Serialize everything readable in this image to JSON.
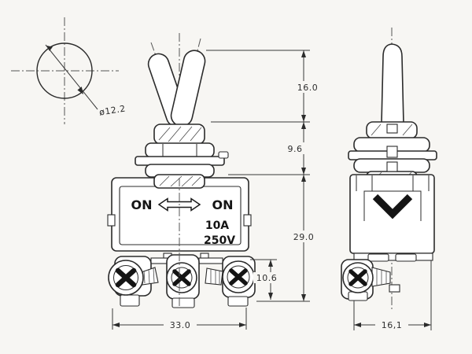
{
  "drawing": {
    "type": "toggle-switch-technical-drawing",
    "views": {
      "top_view": {
        "diameter_label": "ø12.2"
      },
      "front_view": {
        "markings": {
          "on_left": "ON",
          "on_right": "ON",
          "current_rating": "10A",
          "voltage_rating": "250V"
        }
      },
      "side_view": {}
    },
    "dimensions": {
      "lever_height": "16.0",
      "bushing_height": "9.6",
      "body_height": "29.0",
      "terminal_height": "10.6",
      "body_width": "33.0",
      "side_width": "16,1"
    },
    "colors": {
      "background": "#f7f6f3",
      "line": "#2b2b2b",
      "text": "#151515"
    }
  }
}
